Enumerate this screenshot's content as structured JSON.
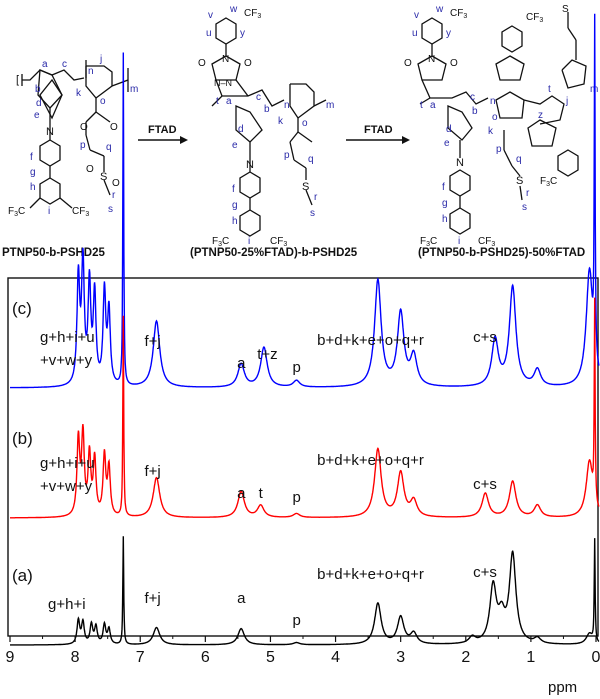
{
  "schemes": {
    "polymer1_name": "PTNP50-b-PSHD25",
    "polymer2_name": "(PTNP50-25%FTAD)-b-PSHD25",
    "polymer3_name": "(PTNP50-b-PSHD25)-50%FTAD",
    "arrow1_label": "FTAD",
    "arrow2_label": "FTAD",
    "atom_labels": [
      "a",
      "b",
      "c",
      "d",
      "e",
      "f",
      "g",
      "h",
      "i",
      "j",
      "k",
      "o",
      "p",
      "q",
      "r",
      "s",
      "t",
      "u",
      "v",
      "w",
      "y",
      "z",
      "n",
      "m"
    ],
    "groups": [
      "CF3",
      "F3C",
      "N",
      "O",
      "S",
      "HN",
      "NH"
    ]
  },
  "chart_data": {
    "type": "line",
    "xlabel": "ppm",
    "xlim": [
      9,
      0
    ],
    "x_ticks": [
      9,
      8,
      7,
      6,
      5,
      4,
      3,
      2,
      1,
      0
    ],
    "series": [
      {
        "name": "(c)",
        "color": "#0000ff",
        "peaks": [
          {
            "x": 7.95,
            "y": 0.32
          },
          {
            "x": 7.88,
            "y": 0.36
          },
          {
            "x": 7.78,
            "y": 0.3
          },
          {
            "x": 7.7,
            "y": 0.27
          },
          {
            "x": 7.55,
            "y": 0.28
          },
          {
            "x": 7.48,
            "y": 0.22
          },
          {
            "x": 7.26,
            "y": 1.0
          },
          {
            "x": 6.75,
            "y": 0.2
          },
          {
            "x": 5.45,
            "y": 0.07
          },
          {
            "x": 5.1,
            "y": 0.12
          },
          {
            "x": 4.6,
            "y": 0.02
          },
          {
            "x": 3.35,
            "y": 0.32
          },
          {
            "x": 3.0,
            "y": 0.22
          },
          {
            "x": 2.8,
            "y": 0.09
          },
          {
            "x": 1.55,
            "y": 0.14
          },
          {
            "x": 1.28,
            "y": 0.3
          },
          {
            "x": 0.9,
            "y": 0.05
          },
          {
            "x": 0.1,
            "y": 0.35
          },
          {
            "x": 0.02,
            "y": 1.0
          }
        ],
        "annotations": [
          {
            "text": "(c)",
            "x": 8.6
          },
          {
            "text": "g+h+i+u",
            "x": 7.85
          },
          {
            "text": "+v+w+y",
            "x": 7.85
          },
          {
            "text": "f+j",
            "x": 6.75
          },
          {
            "text": "a",
            "x": 5.45
          },
          {
            "text": "t+z",
            "x": 5.05
          },
          {
            "text": "p",
            "x": 4.6
          },
          {
            "text": "b+d+k+e+o+q+r",
            "x": 3.3
          },
          {
            "text": "c+s",
            "x": 1.55
          }
        ]
      },
      {
        "name": "(b)",
        "color": "#ff0000",
        "peaks": [
          {
            "x": 7.95,
            "y": 0.38
          },
          {
            "x": 7.88,
            "y": 0.4
          },
          {
            "x": 7.78,
            "y": 0.3
          },
          {
            "x": 7.7,
            "y": 0.28
          },
          {
            "x": 7.55,
            "y": 0.3
          },
          {
            "x": 7.48,
            "y": 0.24
          },
          {
            "x": 7.26,
            "y": 1.0
          },
          {
            "x": 6.75,
            "y": 0.2
          },
          {
            "x": 5.45,
            "y": 0.13
          },
          {
            "x": 5.15,
            "y": 0.06
          },
          {
            "x": 4.6,
            "y": 0.02
          },
          {
            "x": 3.35,
            "y": 0.34
          },
          {
            "x": 3.0,
            "y": 0.22
          },
          {
            "x": 2.8,
            "y": 0.08
          },
          {
            "x": 1.7,
            "y": 0.12
          },
          {
            "x": 1.28,
            "y": 0.18
          },
          {
            "x": 0.9,
            "y": 0.06
          },
          {
            "x": 0.1,
            "y": 0.28
          },
          {
            "x": 0.02,
            "y": 1.0
          }
        ],
        "annotations": [
          {
            "text": "(b)",
            "x": 8.6
          },
          {
            "text": "g+h+i+u",
            "x": 7.85
          },
          {
            "text": "+v+w+y",
            "x": 7.85
          },
          {
            "text": "f+j",
            "x": 6.75
          },
          {
            "text": "a",
            "x": 5.45
          },
          {
            "text": "t",
            "x": 5.15
          },
          {
            "text": "p",
            "x": 4.6
          },
          {
            "text": "b+d+k+e+o+q+r",
            "x": 3.3
          },
          {
            "text": "c+s",
            "x": 1.55
          }
        ]
      },
      {
        "name": "(a)",
        "color": "#000000",
        "peaks": [
          {
            "x": 7.95,
            "y": 0.22
          },
          {
            "x": 7.88,
            "y": 0.2
          },
          {
            "x": 7.75,
            "y": 0.18
          },
          {
            "x": 7.68,
            "y": 0.16
          },
          {
            "x": 7.55,
            "y": 0.18
          },
          {
            "x": 7.48,
            "y": 0.14
          },
          {
            "x": 7.26,
            "y": 1.0
          },
          {
            "x": 6.75,
            "y": 0.16
          },
          {
            "x": 5.45,
            "y": 0.15
          },
          {
            "x": 4.6,
            "y": 0.02
          },
          {
            "x": 3.35,
            "y": 0.38
          },
          {
            "x": 3.0,
            "y": 0.25
          },
          {
            "x": 2.8,
            "y": 0.1
          },
          {
            "x": 1.9,
            "y": 0.06
          },
          {
            "x": 1.58,
            "y": 0.52
          },
          {
            "x": 1.45,
            "y": 0.22
          },
          {
            "x": 1.28,
            "y": 0.82
          },
          {
            "x": 0.9,
            "y": 0.05
          },
          {
            "x": 0.1,
            "y": 0.1
          },
          {
            "x": 0.02,
            "y": 0.95
          }
        ],
        "annotations": [
          {
            "text": "(a)",
            "x": 8.6
          },
          {
            "text": "g+h+i",
            "x": 7.7
          },
          {
            "text": "f+j",
            "x": 6.75
          },
          {
            "text": "a",
            "x": 5.45
          },
          {
            "text": "p",
            "x": 4.6
          },
          {
            "text": "b+d+k+e+o+q+r",
            "x": 3.3
          },
          {
            "text": "c+s",
            "x": 1.55
          }
        ]
      }
    ]
  }
}
